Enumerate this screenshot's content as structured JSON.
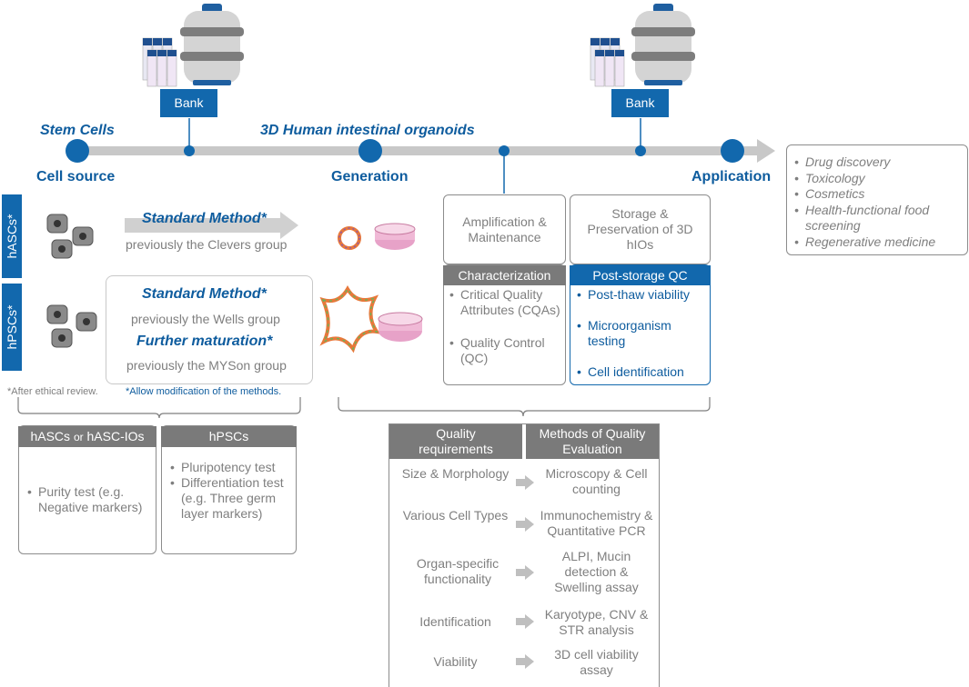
{
  "timeline": {
    "stem_cells": "Stem Cells",
    "organoids": "3D Human intestinal organoids",
    "cell_source": "Cell source",
    "generation": "Generation",
    "application": "Application"
  },
  "bank_left": "Bank",
  "bank_right": "Bank",
  "applications": [
    "Drug discovery",
    "Toxicology",
    "Cosmetics",
    "Health-functional food screening",
    "Regenerative medicine"
  ],
  "side_labels": {
    "hascs": "hASCs*",
    "hpscs": "hPSCs*"
  },
  "methods": {
    "standard1": "Standard Method*",
    "standard1_sub": "previously the Clevers group",
    "standard2": "Standard Method*",
    "standard2_sub": "previously the Wells group",
    "further": "Further maturation*",
    "further_sub": "previously the MYSon group"
  },
  "notes": {
    "ethical": "*After ethical review.",
    "modification": "*Allow modification of the methods."
  },
  "amplification": "Amplification & Maintenance",
  "storage": "Storage & Preservation of 3D hIOs",
  "characterization": {
    "header": "Characterization",
    "items": [
      "Critical Quality Attributes (CQAs)",
      "Quality Control (QC)"
    ]
  },
  "post_storage": {
    "header": "Post-storage QC",
    "items": [
      "Post-thaw viability",
      "Microorganism testing",
      "Cell identification"
    ]
  },
  "hascs_box": {
    "header": "hASCs",
    "header_or": "or",
    "header_io": "hASC-IOs",
    "items": [
      "Purity test (e.g. Negative markers)"
    ]
  },
  "hpscs_box": {
    "header": "hPSCs",
    "items": [
      "Pluripotency test",
      "Differentiation test (e.g. Three germ layer markers)"
    ]
  },
  "quality": {
    "col1": "Quality requirements",
    "col2": "Methods of Quality Evaluation",
    "rows": [
      {
        "req": "Size & Morphology",
        "method": "Microscopy & Cell counting"
      },
      {
        "req": "Various Cell Types",
        "method": "Immunochemistry & Quantitative PCR"
      },
      {
        "req": "Organ-specific functionality",
        "method": "ALPI, Mucin detection & Swelling assay"
      },
      {
        "req": "Identification",
        "method": "Karyotype, CNV & STR analysis"
      },
      {
        "req": "Viability",
        "method": "3D cell viability assay"
      }
    ]
  },
  "colors": {
    "accent": "#1268ad",
    "gray_header": "#7a7a7a",
    "arrow": "#c8c8c8"
  }
}
